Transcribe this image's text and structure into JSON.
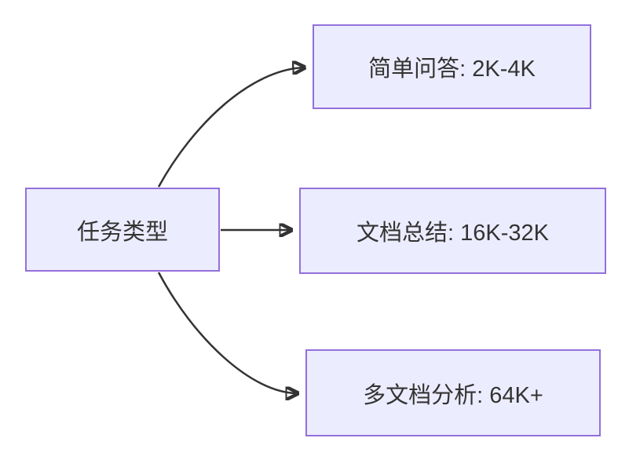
{
  "diagram": {
    "type": "flowchart",
    "direction": "left-to-right",
    "root": {
      "id": "task-type",
      "label": "任务类型"
    },
    "children": [
      {
        "id": "simple-qa",
        "label": "简单问答: 2K-4K"
      },
      {
        "id": "doc-summary",
        "label": "文档总结: 16K-32K"
      },
      {
        "id": "multidoc-analysis",
        "label": "多文档分析: 64K+"
      }
    ],
    "edges": [
      {
        "from": "task-type",
        "to": "simple-qa"
      },
      {
        "from": "task-type",
        "to": "doc-summary"
      },
      {
        "from": "task-type",
        "to": "multidoc-analysis"
      }
    ]
  },
  "colors": {
    "background": "#FFFFFF",
    "node_fill": "#ECECFF",
    "node_border": "#9370DB",
    "edge": "#333333",
    "text": "#333333"
  }
}
